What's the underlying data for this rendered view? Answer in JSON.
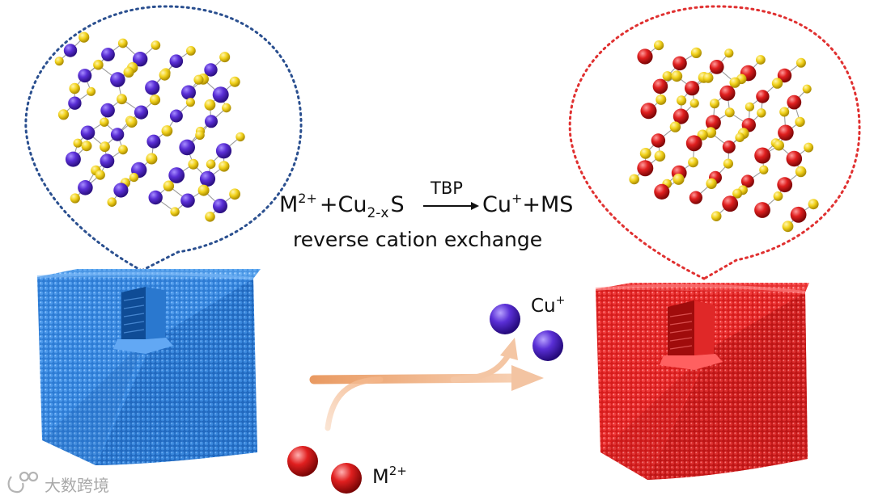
{
  "reaction": {
    "reactant_ion": "M",
    "reactant_ion_charge": "2+",
    "plus_cu": "+Cu",
    "cu_subscript": "2-x",
    "sulfide": "S",
    "catalyst": "TBP",
    "product_ion": "Cu",
    "product_ion_charge": "+",
    "product_rest": "+MS"
  },
  "process_label": "reverse cation exchange",
  "ion_labels": {
    "outgoing_ion": "Cu",
    "outgoing_charge": "+",
    "incoming_ion": "M",
    "incoming_charge": "2+"
  },
  "watermark": "大数跨境",
  "colors": {
    "blue_cube": "#2f7fd8",
    "red_cube": "#e22323",
    "copper_ion": "#5a2fd6",
    "metal_ion": "#e01f1f",
    "sulfur_atom": "#f2d21c",
    "blue_outline": "#2a4f8f",
    "red_outline": "#e03030",
    "arrow": "#f0a070"
  }
}
